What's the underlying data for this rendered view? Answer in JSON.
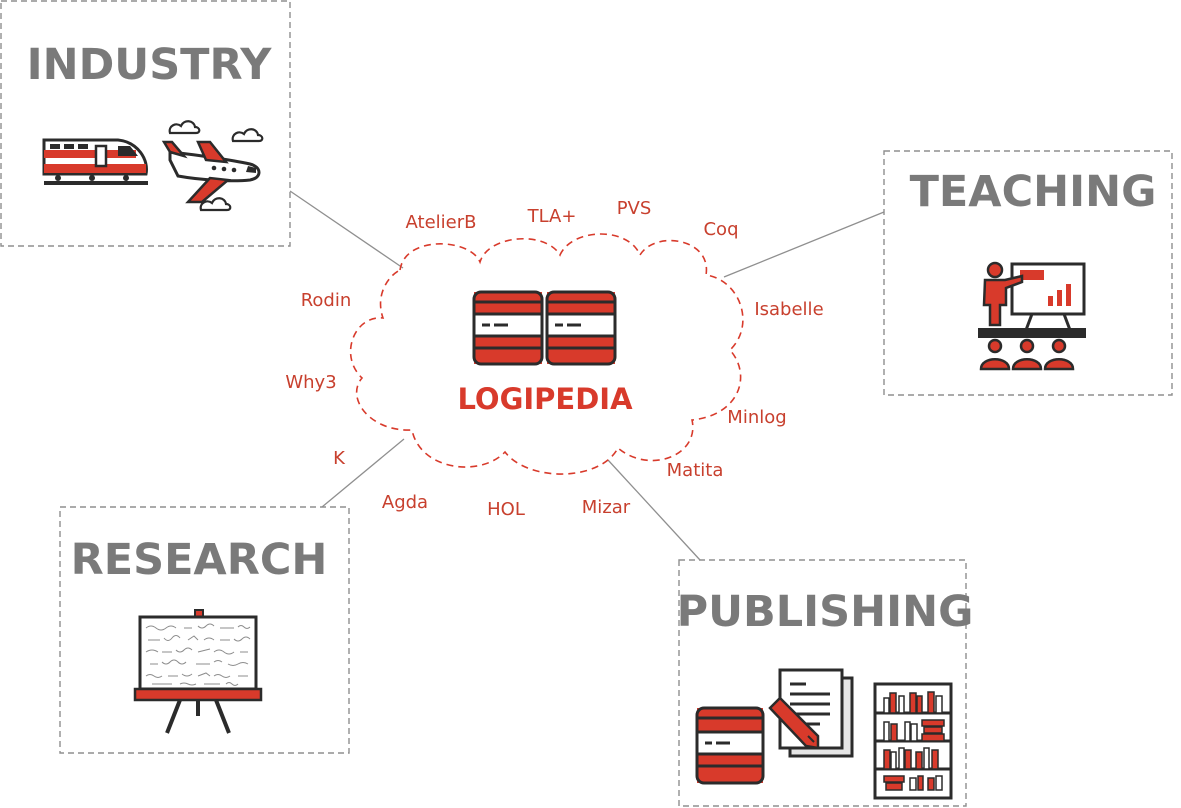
{
  "colors": {
    "accent": "#d83a2b",
    "dark": "#2b2b2b",
    "box_title": "#7a7a7a",
    "connector": "#8f8f8f",
    "white": "#ffffff"
  },
  "center": {
    "title": "LOGIPEDIA",
    "icon": "database-icon"
  },
  "domains": {
    "industry": {
      "title": "INDUSTRY",
      "icons": [
        "train-icon",
        "airplane-icon",
        "cloud-icon"
      ]
    },
    "teaching": {
      "title": "TEACHING",
      "icons": [
        "presenter-at-board-icon"
      ]
    },
    "research": {
      "title": "RESEARCH",
      "icons": [
        "chalkboard-easel-icon"
      ]
    },
    "publishing": {
      "title": "PUBLISHING",
      "icons": [
        "database-icon",
        "document-pencil-icon",
        "bookshelf-icon"
      ]
    }
  },
  "provers": [
    "AtelierB",
    "TLA+",
    "PVS",
    "Coq",
    "Isabelle",
    "Minlog",
    "Matita",
    "Mizar",
    "HOL",
    "Agda",
    "K",
    "Why3",
    "Rodin"
  ]
}
